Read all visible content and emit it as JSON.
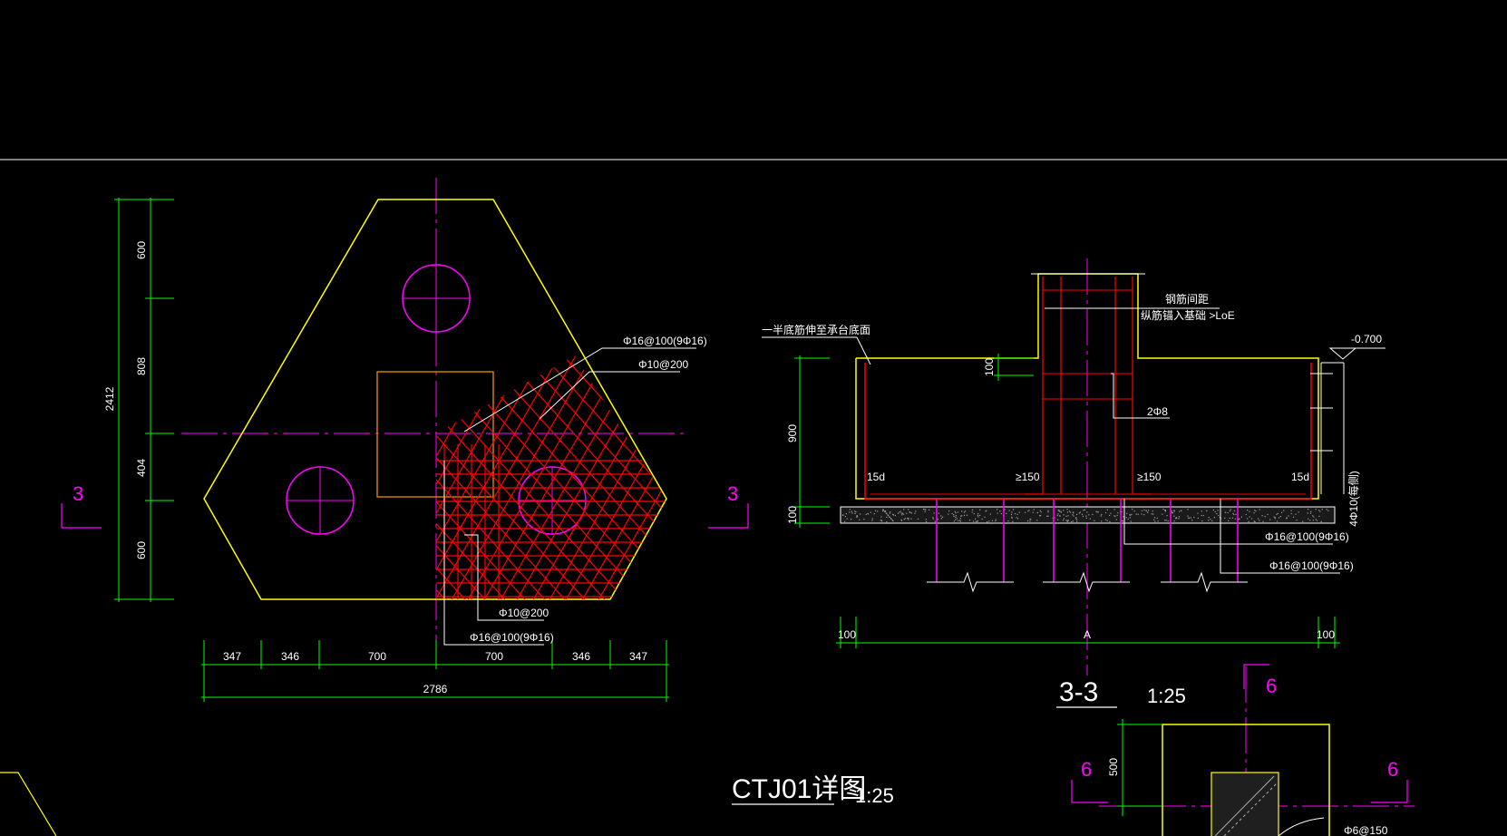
{
  "plan": {
    "title": "CTJ01详图",
    "scale": "1:25",
    "section_mark": "3",
    "dims_vertical": [
      "600",
      "808",
      "404",
      "600"
    ],
    "dim_total_vertical": "2412",
    "dims_horizontal": [
      "347",
      "346",
      "700",
      "700",
      "346",
      "347"
    ],
    "dim_total_horizontal": "2786",
    "callouts": [
      "Φ16@100(9Φ16)",
      "Φ10@200",
      "Φ10@200",
      "Φ16@100(9Φ16)"
    ]
  },
  "section": {
    "title": "3-3",
    "scale": "1:25",
    "elevation": "-0.700",
    "note_left": "一半底筋伸至承台底面",
    "note_top_1": "钢筋间距",
    "note_top_2": "纵筋锚入基础 >LoE",
    "dim_100_top": "100",
    "dim_900": "900",
    "dim_100_bottom": "100",
    "label_2phi8": "2Φ8",
    "label_15d_left": "15d",
    "label_ge150_left": "≥150",
    "label_ge150_right": "≥150",
    "label_15d_right": "15d",
    "label_side_rebar": "4Φ10(每侧)",
    "label_rebar_1": "Φ16@100(9Φ16)",
    "label_rebar_2": "Φ16@100(9Φ16)",
    "dim_bottom_left": "100",
    "dim_bottom_mid": "A",
    "dim_bottom_right": "100"
  },
  "detail6": {
    "section_mark": "6",
    "dim_500": "500",
    "label_partial": "Φ6@150"
  },
  "colors": {
    "background": "#000000",
    "outline": "#ffff00",
    "dimension": "#00ff00",
    "centerline": "#ff00ff",
    "rebar": "#ff0000",
    "text": "#ffffff",
    "pile": "#ff00ff"
  }
}
